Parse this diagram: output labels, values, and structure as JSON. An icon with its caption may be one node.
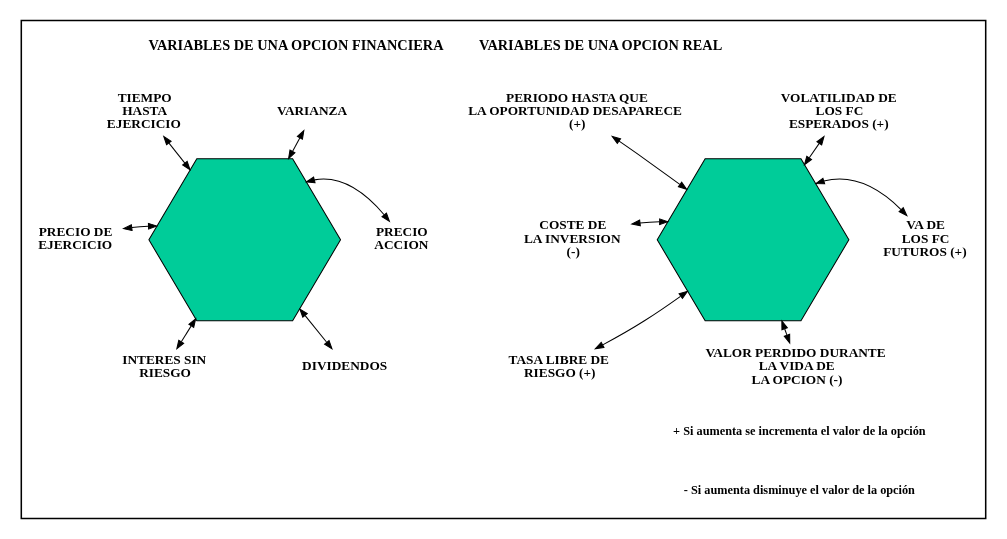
{
  "diagram": {
    "nodes": [
      {
        "text": [],
        "shape": "box"
      },
      {
        "text": [
          "TIEMPO HASTA EJERCICIO"
        ],
        "in": 0
      },
      {
        "text": [
          "VARIANZA"
        ],
        "in": 0
      },
      {
        "text": [
          "PRECIO DE EJERCICIO"
        ],
        "in": 0
      },
      {
        "text": [],
        "shape": "hexagon",
        "in": 0
      },
      {
        "text": [
          "PRECIO ACCION"
        ],
        "in": 0
      },
      {
        "text": [
          "INTERES SIN RIESGO"
        ],
        "in": 0
      },
      {
        "text": [
          "DIVIDENDOS"
        ],
        "in": 0
      },
      {
        "text": [
          "PERIODO HASTA QUE LA OPORTUNIDAD DESAPARECE (+)"
        ],
        "in": 0
      },
      {
        "text": [
          "VOLATILIDAD DE LOS FC ESPERADOS (+)"
        ],
        "in": 0
      },
      {
        "text": [
          "COSTE DE LA INVERSION (-)"
        ],
        "in": 0
      },
      {
        "text": [],
        "shape": "hexagon",
        "in": 0
      },
      {
        "text": [
          "VA DE LOS FC FUTUROS (+)"
        ],
        "in": 0
      },
      {
        "text": [
          "TASA LIBRE DE RIESGO (+)"
        ],
        "in": 0
      },
      {
        "text": [
          "VALOR PERDIDO DURANTE LA VIDA DE LA OPCION (-)"
        ],
        "in": 0
      }
    ],
    "edges": [
      {
        "from": 1,
        "to": 4,
        "arrow": "both"
      },
      {
        "from": 2,
        "to": 4,
        "arrow": "both"
      },
      {
        "from": 3,
        "to": 4,
        "arrow": "both"
      },
      {
        "from": 4,
        "to": 5,
        "arrow": "both"
      },
      {
        "from": 4,
        "to": 6,
        "arrow": "both"
      },
      {
        "from": 4,
        "to": 7,
        "arrow": "both"
      },
      {
        "from": 8,
        "to": 11,
        "arrow": "both"
      },
      {
        "from": 9,
        "to": 11,
        "arrow": "both"
      },
      {
        "from": 10,
        "to": 11,
        "arrow": "both"
      },
      {
        "from": 11,
        "to": 12,
        "arrow": "both"
      },
      {
        "from": 11,
        "to": 13,
        "arrow": "both"
      },
      {
        "from": 11,
        "to": 14,
        "arrow": "both"
      }
    ],
    "labels": [
      "VARIABLES DE UNA OPCION FINANCIERA",
      "VARIABLES DE UNA OPCION REAL",
      "+ Si aumenta se incrementa el valor de la opción",
      "- Si aumenta disminuye el valor de la opción"
    ]
  }
}
